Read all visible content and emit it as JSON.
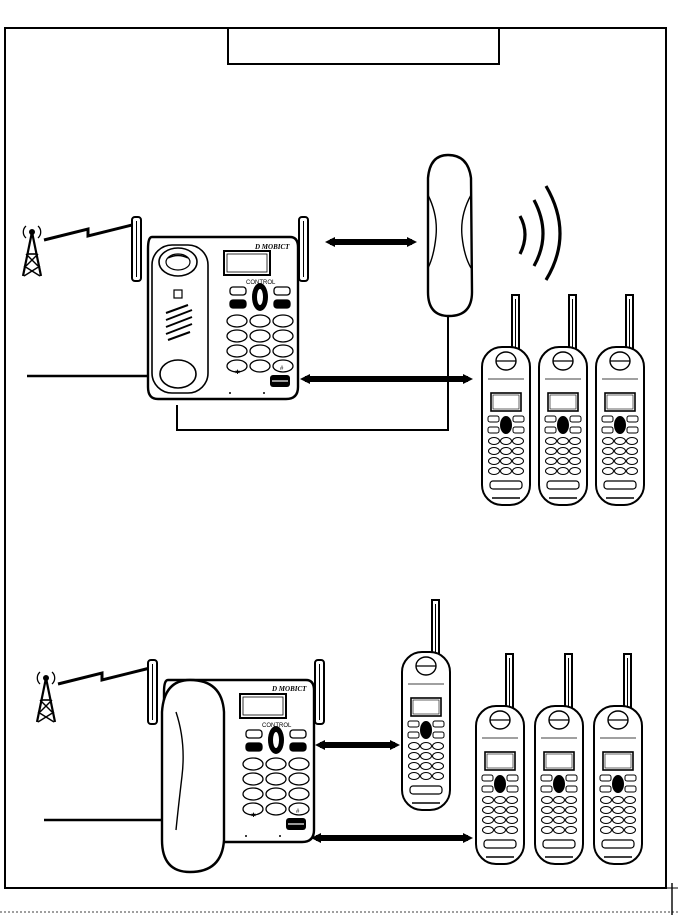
{
  "diagram": {
    "title_box_text": "",
    "brand_label": "D MOBICT",
    "control_label": "CONTROL",
    "star_key": "✱",
    "hash_key": "#",
    "page_number": "",
    "scenes": [
      {
        "name": "scene-1",
        "base_handset_on_cradle": false,
        "corded_handset_lifted": true,
        "wireless_handsets": 3
      },
      {
        "name": "scene-2",
        "base_handset_on_cradle": true,
        "corded_handset_lifted": false,
        "wireless_handsets": 4
      }
    ]
  },
  "colors": {
    "ink": "#000000",
    "paper": "#ffffff"
  }
}
